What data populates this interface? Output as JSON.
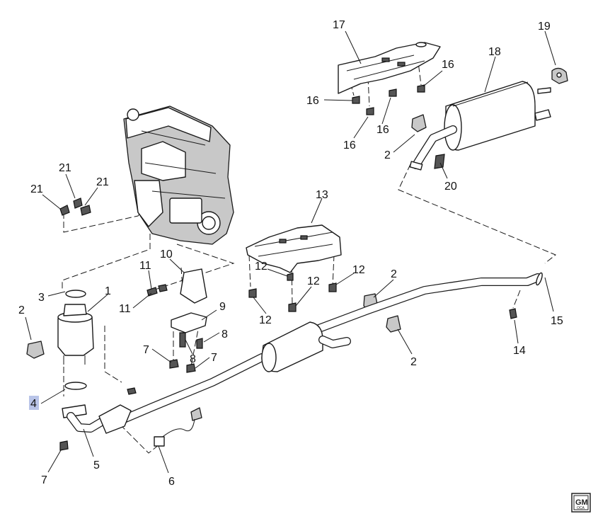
{
  "diagram": {
    "callouts": [
      {
        "id": "c17",
        "text": "17"
      },
      {
        "id": "c18",
        "text": "18"
      },
      {
        "id": "c19",
        "text": "19"
      },
      {
        "id": "c16a",
        "text": "16"
      },
      {
        "id": "c16b",
        "text": "16"
      },
      {
        "id": "c16c",
        "text": "16"
      },
      {
        "id": "c16d",
        "text": "16"
      },
      {
        "id": "c2a",
        "text": "2"
      },
      {
        "id": "c20",
        "text": "20"
      },
      {
        "id": "c21a",
        "text": "21"
      },
      {
        "id": "c21b",
        "text": "21"
      },
      {
        "id": "c21c",
        "text": "21"
      },
      {
        "id": "c13",
        "text": "13"
      },
      {
        "id": "c10",
        "text": "10"
      },
      {
        "id": "c11a",
        "text": "11"
      },
      {
        "id": "c11b",
        "text": "11"
      },
      {
        "id": "c12a",
        "text": "12"
      },
      {
        "id": "c12b",
        "text": "12"
      },
      {
        "id": "c12c",
        "text": "12"
      },
      {
        "id": "c12d",
        "text": "12"
      },
      {
        "id": "c3",
        "text": "3"
      },
      {
        "id": "c1",
        "text": "1"
      },
      {
        "id": "c2b",
        "text": "2"
      },
      {
        "id": "c9",
        "text": "9"
      },
      {
        "id": "c2c",
        "text": "2"
      },
      {
        "id": "c2d",
        "text": "2"
      },
      {
        "id": "c15",
        "text": "15"
      },
      {
        "id": "c8a",
        "text": "8"
      },
      {
        "id": "c8b",
        "text": "8"
      },
      {
        "id": "c7a",
        "text": "7"
      },
      {
        "id": "c7b",
        "text": "7"
      },
      {
        "id": "c14",
        "text": "14"
      },
      {
        "id": "c4",
        "text": "4"
      },
      {
        "id": "c5",
        "text": "5"
      },
      {
        "id": "c7c",
        "text": "7"
      },
      {
        "id": "c6",
        "text": "6"
      }
    ],
    "highlighted_callout": "4",
    "logo": {
      "main": "GM",
      "sub": "OCA"
    }
  }
}
